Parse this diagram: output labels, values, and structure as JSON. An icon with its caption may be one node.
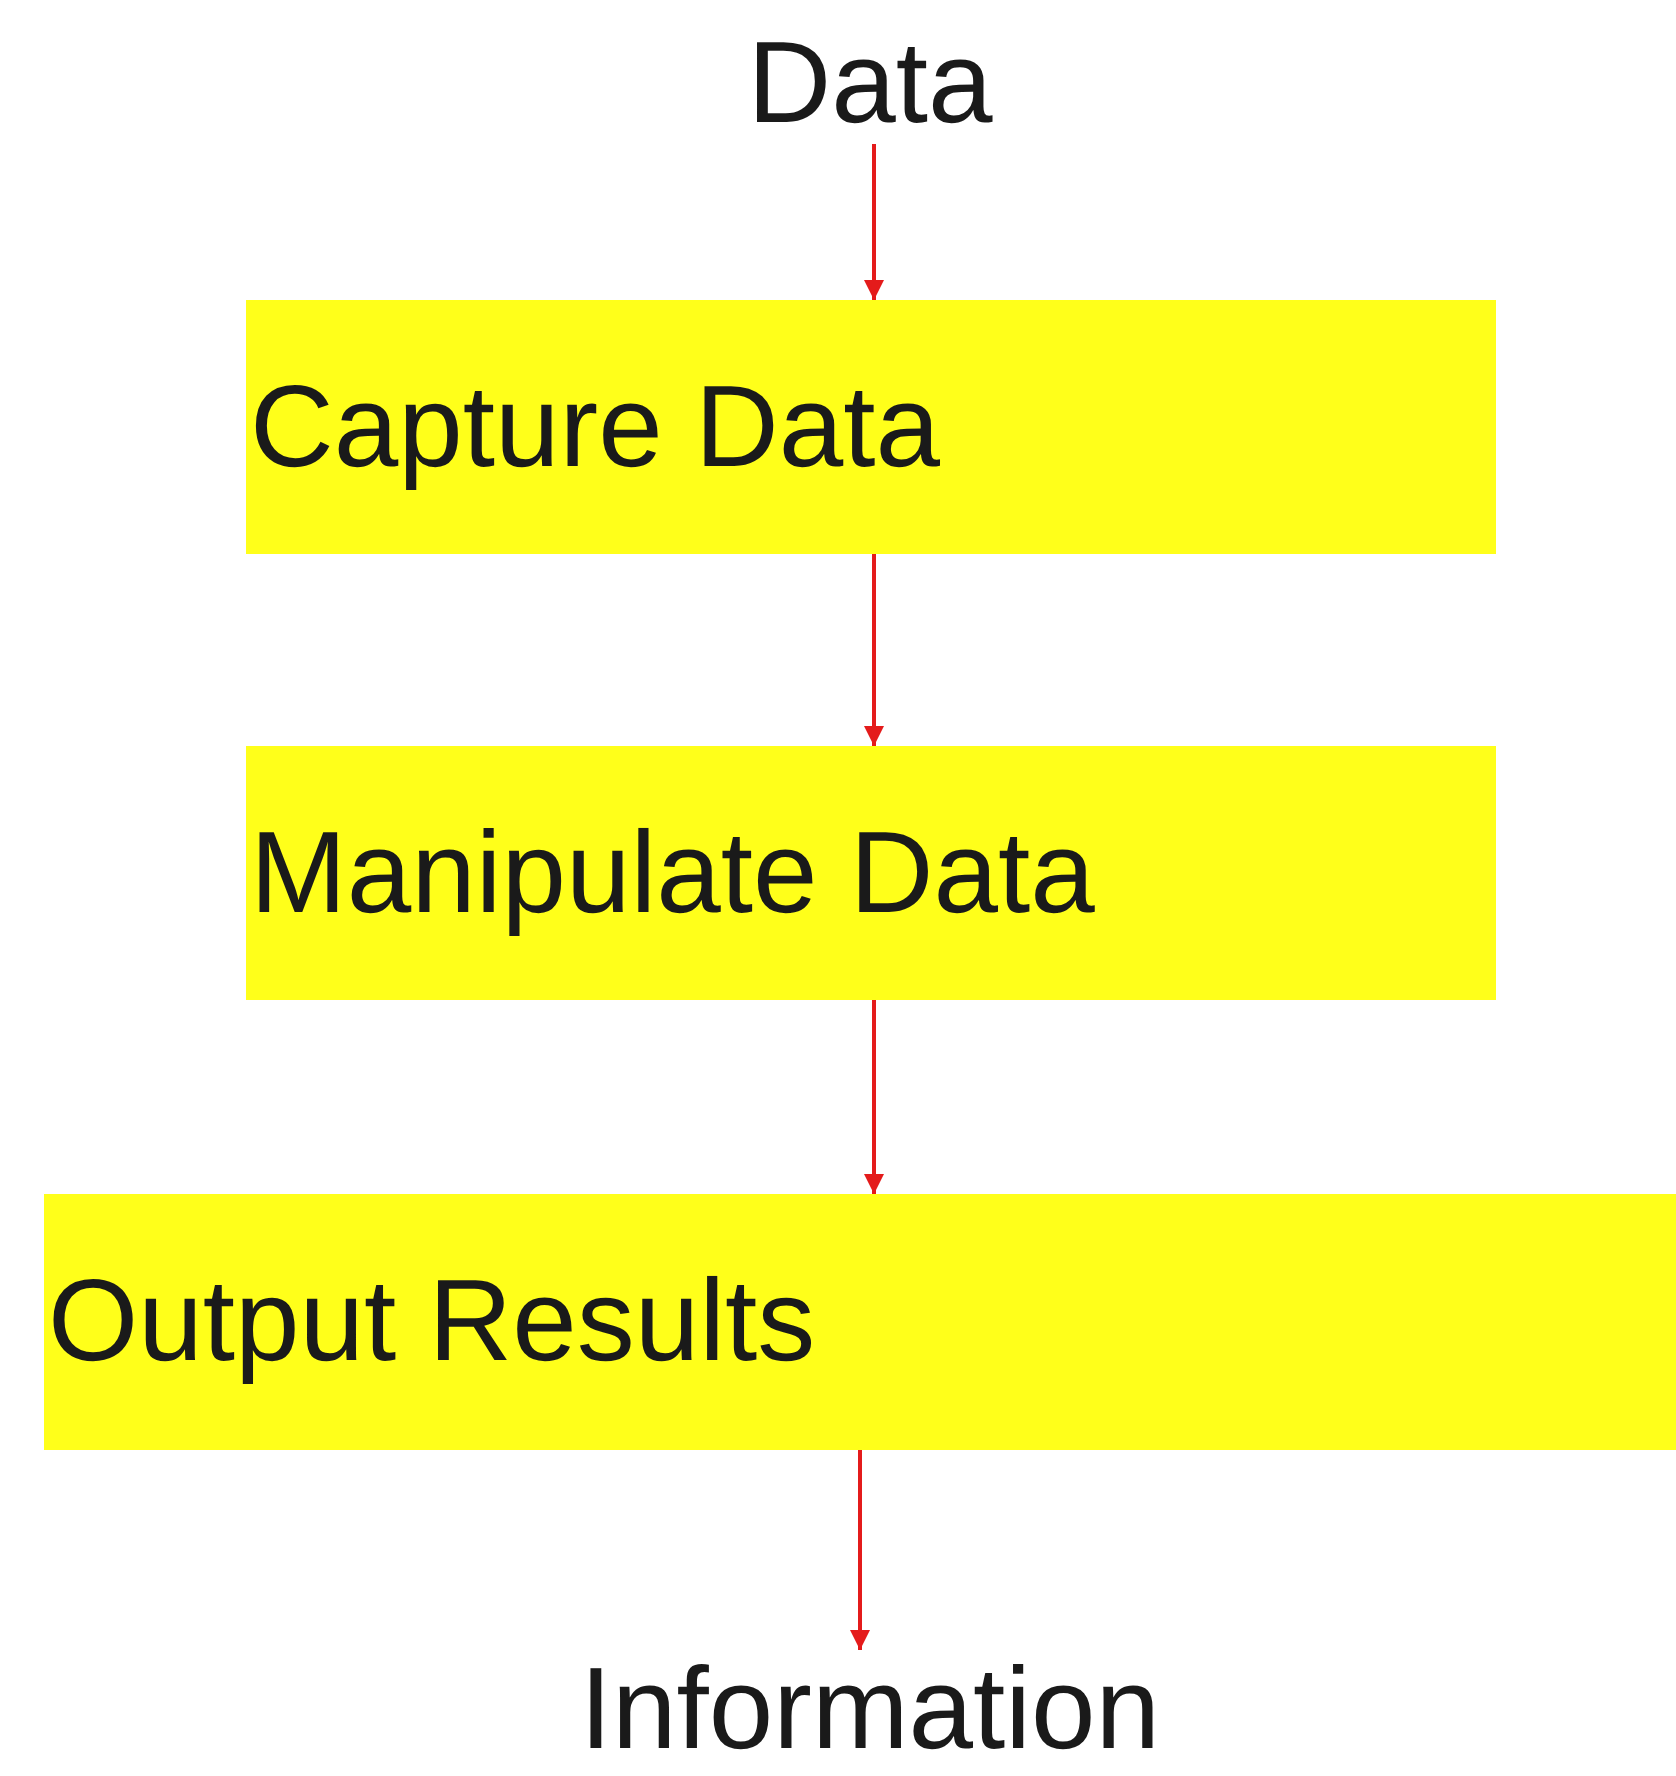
{
  "diagram": {
    "nodes": [
      {
        "text": [
          "Data"
        ]
      },
      {
        "text": [
          "Capture Data"
        ]
      },
      {
        "text": [
          "Manipulate Data"
        ]
      },
      {
        "text": [
          "Output Results"
        ]
      },
      {
        "text": [
          "Information"
        ]
      }
    ],
    "edges": [
      {
        "from": 0,
        "to": 1,
        "arrow": "to"
      },
      {
        "from": 1,
        "to": 2,
        "arrow": "to"
      },
      {
        "from": 2,
        "to": 3,
        "arrow": "to"
      },
      {
        "from": 3,
        "to": 4,
        "arrow": "to"
      }
    ]
  }
}
